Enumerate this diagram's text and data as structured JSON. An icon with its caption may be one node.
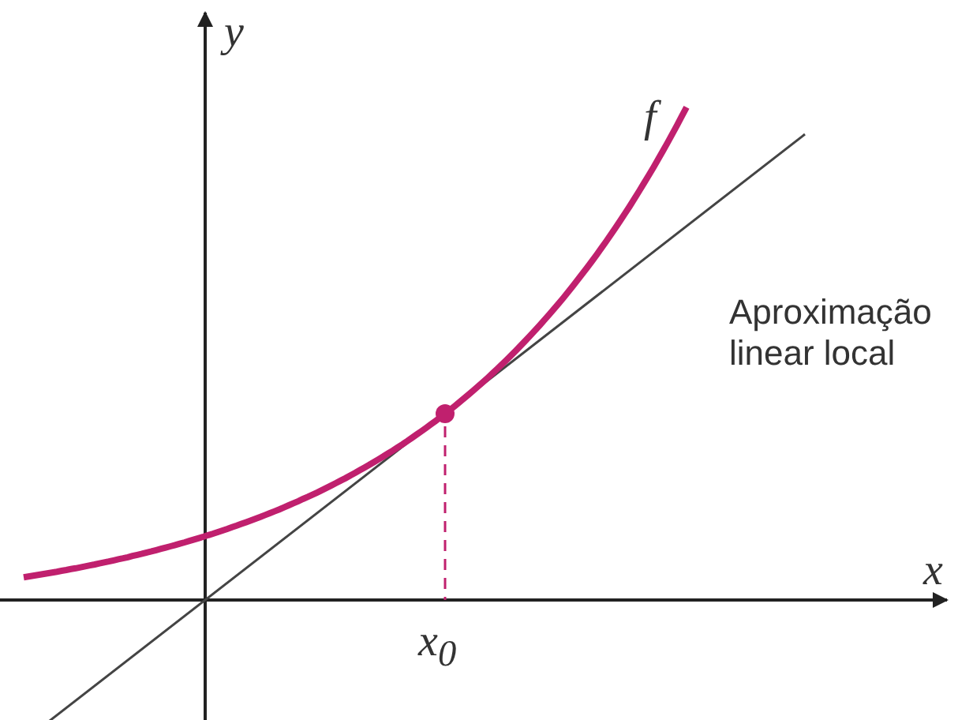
{
  "diagram": {
    "labels": [
      "y",
      "f",
      "Aproximação linear local",
      "x",
      "x$_{0}$"
    ]
  }
}
